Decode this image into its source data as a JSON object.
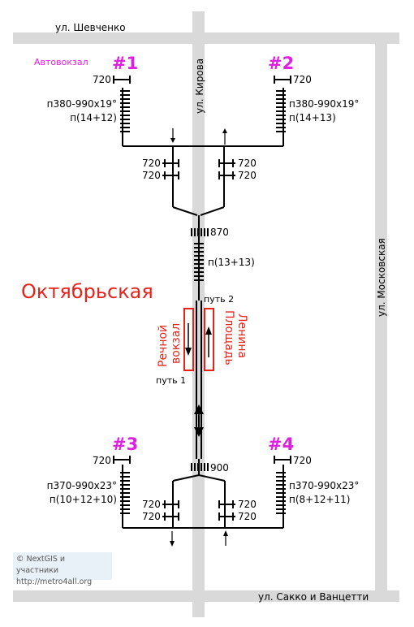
{
  "streets": {
    "shevchenko": "ул. Шевченко",
    "kirova": "ул. Кирова",
    "moskovskaya": "ул. Московская",
    "sacco": "ул. Сакко и Ванцетти"
  },
  "station_name": "Октябрьская",
  "platform": {
    "track1": "путь 1",
    "track2": "путь 2",
    "dir_left": [
      "Речной",
      "вокзал"
    ],
    "dir_right": [
      "Площадь",
      "Ленина"
    ]
  },
  "exits": {
    "e1": {
      "number": "#1",
      "landmark": "Автовокзал",
      "width": "720",
      "ramp": "п380-990x19°",
      "steps": "п(14+12)"
    },
    "e2": {
      "number": "#2",
      "width": "720",
      "ramp": "п380-990x19°",
      "steps": "п(14+13)"
    },
    "e3": {
      "number": "#3",
      "width": "720",
      "ramp": "п370-990x23°",
      "steps": "п(10+12+10)"
    },
    "e4": {
      "number": "#4",
      "width": "720",
      "ramp": "п370-990x23°",
      "steps": "п(8+12+11)"
    }
  },
  "turnstiles": {
    "top_l1": "720",
    "top_l2": "720",
    "top_r1": "720",
    "top_r2": "720",
    "bot_l1": "720",
    "bot_l2": "720",
    "bot_r1": "720",
    "bot_r2": "720"
  },
  "north_stairs": {
    "width": "870",
    "steps": "п(13+13)"
  },
  "south_stairs": {
    "width": "900"
  },
  "credit": {
    "line1": "© NextGIS и участники",
    "line2": "http://metro4all.org"
  },
  "colors": {
    "street": "#d9d9d9",
    "exit_number": "#e020e0",
    "station": "#e8221b",
    "lines": "#000000"
  }
}
